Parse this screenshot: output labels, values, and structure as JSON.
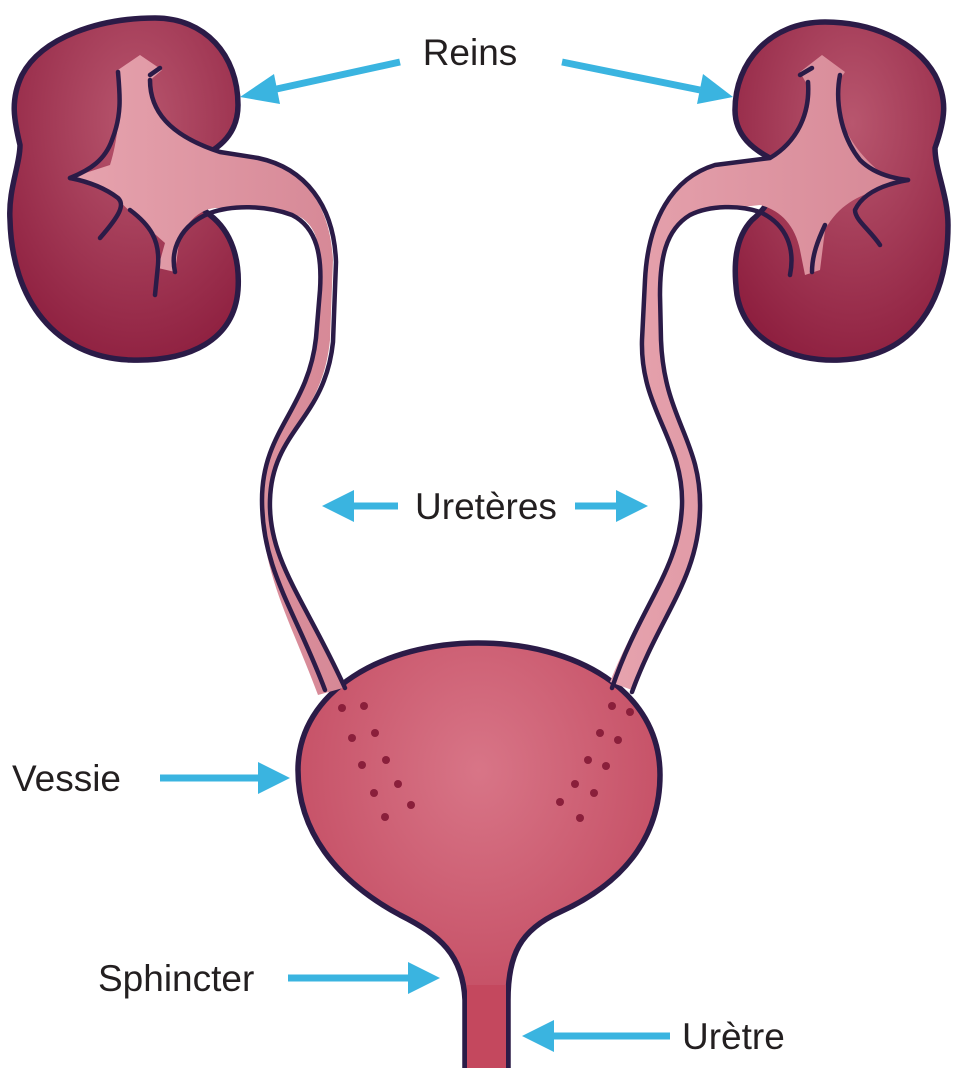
{
  "labels": {
    "kidneys": "Reins",
    "ureters": "Uretères",
    "bladder": "Vessie",
    "sphincter": "Sphincter",
    "urethra": "Urètre"
  },
  "colors": {
    "kidney": "#9b2548",
    "kidney_light": "#b8566e",
    "pelvis": "#e8a9b3",
    "bladder": "#c4485e",
    "bladder_light": "#d36b7c",
    "outline": "#2b1b47",
    "arrow": "#3ab4e0",
    "text": "#231f20"
  }
}
